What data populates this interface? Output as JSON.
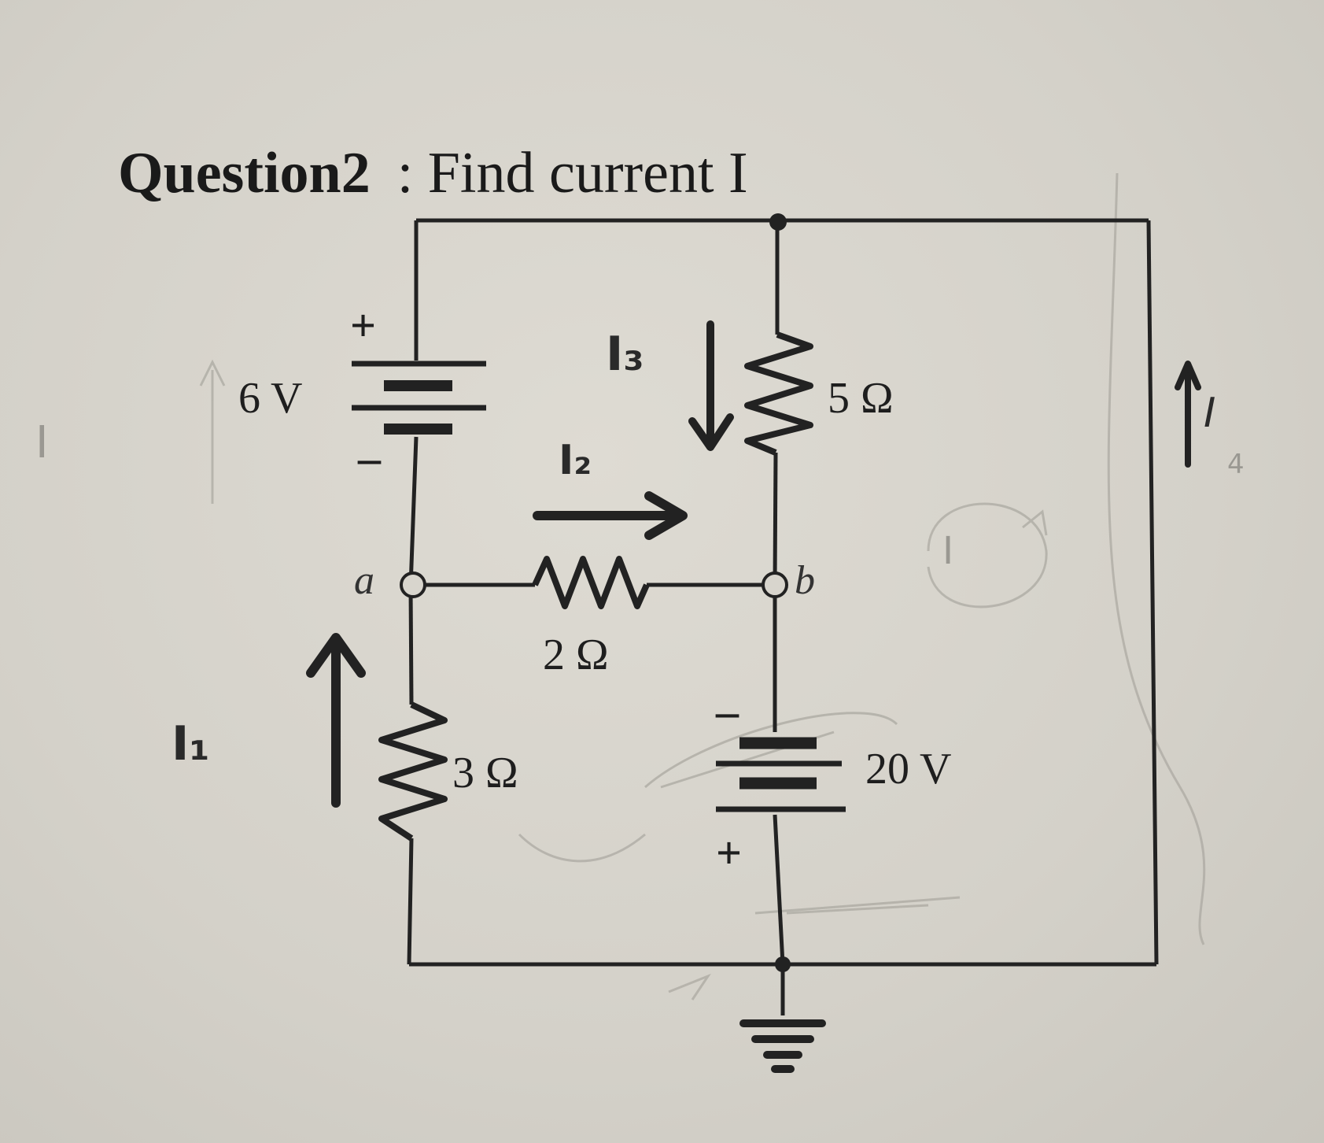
{
  "question": {
    "number": "Question2",
    "text": ": Find current I"
  },
  "components": {
    "source_6v": {
      "value": "6 V",
      "plus": "+",
      "minus": "–"
    },
    "resistor_5": {
      "value": "5 Ω"
    },
    "resistor_2": {
      "value": "2 Ω"
    },
    "resistor_3": {
      "value": "3 Ω"
    },
    "source_20v": {
      "value": "20 V",
      "plus": "+",
      "minus": "–"
    }
  },
  "nodes": {
    "a": "a",
    "b": "b"
  },
  "annotations": {
    "I1": "I₁",
    "I2": "I₂",
    "I3": "I₃",
    "left_pencil": "I",
    "right_pencil": "I",
    "right_pencil_sub": "4",
    "loop_pencil": "I"
  },
  "colors": {
    "ink": "#1e1e1e",
    "pencil": "#9a9892",
    "paper": "#d6d3cb"
  },
  "icons": [
    "battery-symbol",
    "resistor-zigzag",
    "ground-symbol",
    "current-arrow"
  ]
}
